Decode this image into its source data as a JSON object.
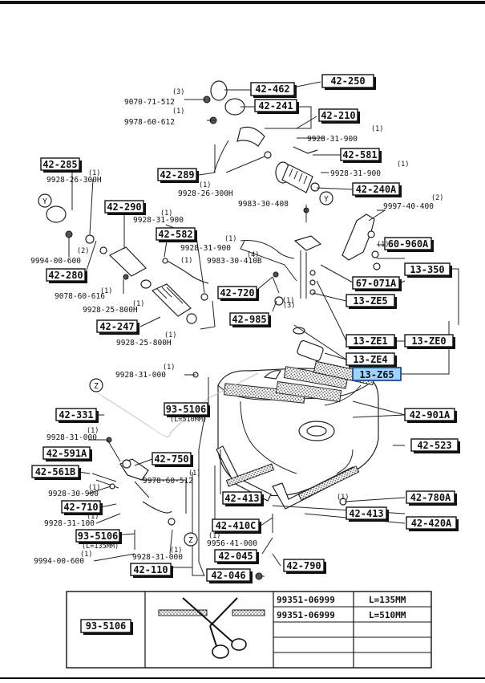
{
  "box_labels": [
    "42-250",
    "42-462",
    "42-241",
    "42-210",
    "42-581",
    "42-240A",
    "42-289",
    "42-285",
    "42-290",
    "42-582",
    "42-280",
    "42-247",
    "42-720",
    "42-985",
    "60-960A",
    "13-350",
    "67-071A",
    "13-ZE5",
    "13-ZE1",
    "13-ZE0",
    "13-ZE4",
    "13-Z65",
    "42-331",
    "93-5106",
    "42-901A",
    "42-591A",
    "42-750",
    "42-561B",
    "42-710",
    "93-5106",
    "42-110",
    "42-523",
    "42-413",
    "42-410C",
    "42-045",
    "42-046",
    "42-790",
    "42-780A",
    "42-413",
    "42-420A"
  ],
  "highlighted_label": "13-Z65",
  "small_labels": [
    "9070-71-512",
    "9978-60-612",
    "9928-31-900",
    "9928-31-900",
    "9928-26-300H",
    "9928-26-300H",
    "9983-30-408",
    "9997-40-400",
    "9928-31-900",
    "9928-31-900",
    "9983-30-410B",
    "9994-00-600",
    "9078-60-616",
    "9928-25-800H",
    "9928-25-800H",
    "9928-31-000",
    "(L=510MM)",
    "9928-31-000",
    "9978-60-512",
    "9928-30-900",
    "9928-31-100",
    "(L=135MM)",
    "9994-00-600",
    "9928-31-000",
    "9956-41-000"
  ],
  "quantity_marks": [
    "(3)",
    "(1)",
    "(1)",
    "(1)",
    "(1)",
    "(1)",
    "(2)",
    "(1)",
    "(2)",
    "(1)",
    "(1)",
    "(1)",
    "(3)",
    "(1)",
    "(1)",
    "(4)",
    "(1)",
    "(1)",
    "(1)",
    "(1)",
    "(1)",
    "(1)",
    "(1)",
    "(1)",
    "(1)",
    "(1)",
    "(1)"
  ],
  "callout_letters": [
    "Y",
    "Y",
    "Z",
    "Z"
  ],
  "table": {
    "part_label": "93-5106",
    "rows": [
      {
        "part_no": "99351-06999",
        "length": "L=135MM"
      },
      {
        "part_no": "99351-06999",
        "length": "L=510MM"
      },
      {
        "part_no": "",
        "length": ""
      },
      {
        "part_no": "",
        "length": ""
      }
    ]
  },
  "colors": {
    "line": "#111111",
    "highlight": "#9fd4ff",
    "highlight_border": "#1a4f99"
  }
}
